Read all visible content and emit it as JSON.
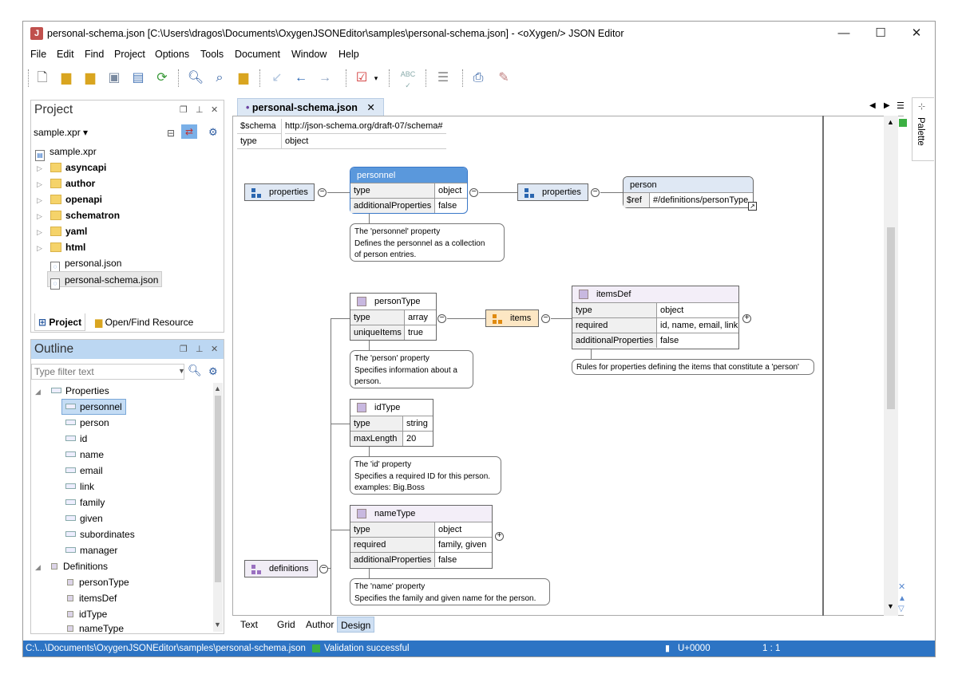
{
  "window": {
    "title": "personal-schema.json [C:\\Users\\dragos\\Documents\\OxygenJSONEditor\\samples\\personal-schema.json] - <oXygen/> JSON Editor",
    "app_icon_letter": "J",
    "minimize": "—",
    "maximize": "☐",
    "close": "✕"
  },
  "menu": [
    "File",
    "Edit",
    "Find",
    "Project",
    "Options",
    "Tools",
    "Document",
    "Window",
    "Help"
  ],
  "project": {
    "title": "Project",
    "file": "sample.xpr",
    "root": "sample.xpr",
    "folders": [
      "asyncapi",
      "author",
      "openapi",
      "schematron",
      "yaml",
      "html"
    ],
    "files": [
      "personal.json",
      "personal-schema.json"
    ],
    "tabs": [
      "Project",
      "Open/Find Resource"
    ]
  },
  "outline": {
    "title": "Outline",
    "filter_placeholder": "Type filter text",
    "properties_label": "Properties",
    "properties": [
      "personnel",
      "person",
      "id",
      "name",
      "email",
      "link",
      "family",
      "given",
      "subordinates",
      "manager"
    ],
    "definitions_label": "Definitions",
    "definitions": [
      "personType",
      "itemsDef",
      "idType",
      "nameType"
    ]
  },
  "editor": {
    "tab": "personal-schema.json",
    "top_rows": [
      [
        "$schema",
        "http://json-schema.org/draft-07/schema#"
      ],
      [
        "type",
        "object"
      ]
    ],
    "properties_tag": "properties",
    "definitions_tag": "definitions",
    "items_tag": "items",
    "personnel": {
      "name": "personnel",
      "rows": [
        [
          "type",
          "object"
        ],
        [
          "additionalProperties",
          "false"
        ]
      ]
    },
    "personnel_note": [
      "The 'personnel' property",
      "Defines the personnel as a collection",
      "of person entries."
    ],
    "person": {
      "name": "person",
      "rows": [
        [
          "$ref",
          "#/definitions/personType"
        ]
      ]
    },
    "personType": {
      "name": "personType",
      "rows": [
        [
          "type",
          "array"
        ],
        [
          "uniqueItems",
          "true"
        ]
      ]
    },
    "personType_note": [
      "The 'person' property",
      "Specifies information about a",
      "person."
    ],
    "itemsDef": {
      "name": "itemsDef",
      "rows": [
        [
          "type",
          "object"
        ],
        [
          "required",
          "id, name, email, link"
        ],
        [
          "additionalProperties",
          "false"
        ]
      ]
    },
    "itemsDef_note": [
      "Rules for properties defining the items that constitute a 'person'"
    ],
    "idType": {
      "name": "idType",
      "rows": [
        [
          "type",
          "string"
        ],
        [
          "maxLength",
          "20"
        ]
      ]
    },
    "idType_note": [
      "The 'id' property",
      "Specifies a required ID for this person.",
      "examples: Big.Boss"
    ],
    "nameType": {
      "name": "nameType",
      "rows": [
        [
          "type",
          "object"
        ],
        [
          "required",
          "family, given"
        ],
        [
          "additionalProperties",
          "false"
        ]
      ]
    },
    "nameType_note": [
      "The 'name' property",
      "Specifies the family and given name for the person."
    ],
    "mode_tabs": [
      "Text",
      "Grid",
      "Author",
      "Design"
    ]
  },
  "palette_label": "Palette",
  "status": {
    "path": "C:\\...\\Documents\\OxygenJSONEditor\\samples\\personal-schema.json",
    "validation": "Validation successful",
    "encoding": "U+0000",
    "position": "1 : 1"
  }
}
